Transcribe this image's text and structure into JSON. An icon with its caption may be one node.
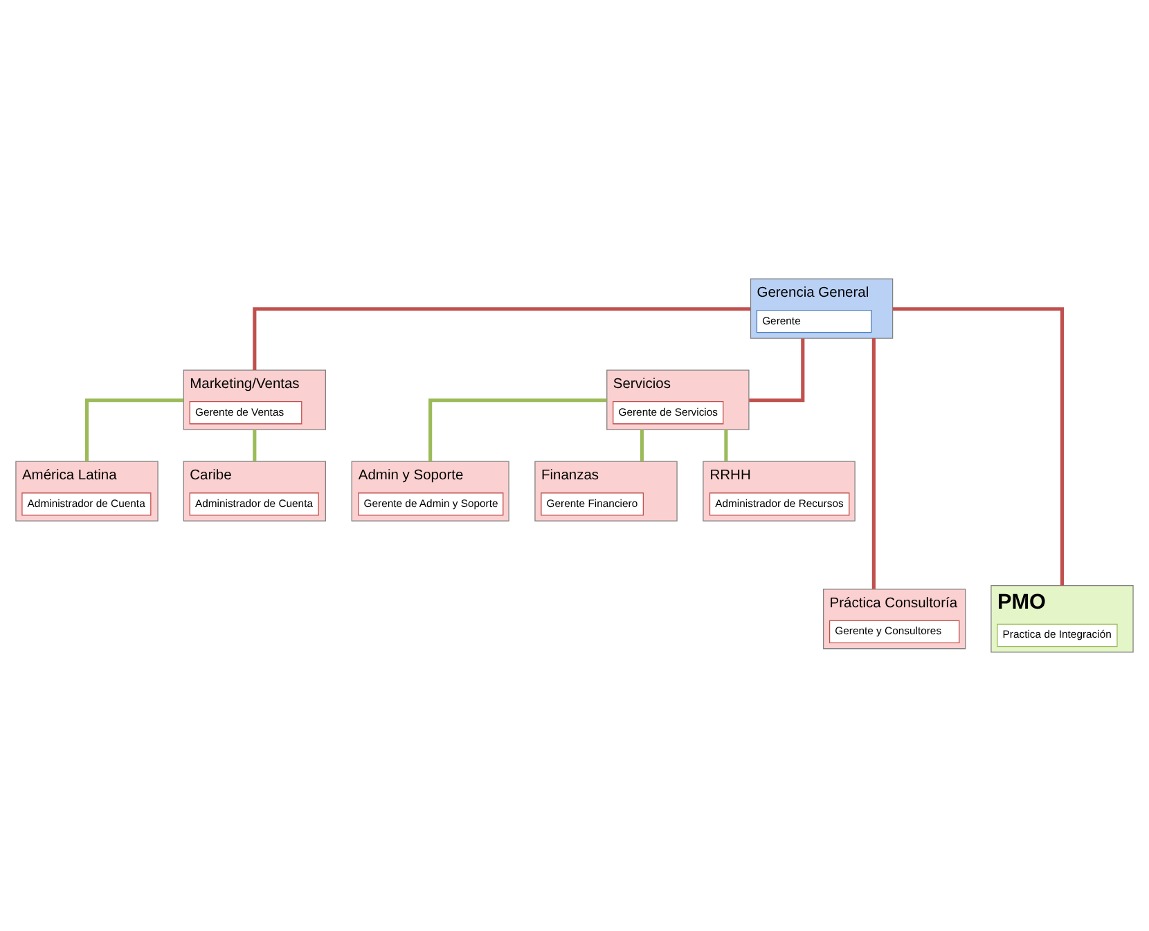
{
  "diagram": {
    "nodes": [
      {
        "text": [
          "Gerencia General",
          "Gerente"
        ]
      },
      {
        "text": [
          "Marketing/Ventas",
          "Gerente de Ventas"
        ]
      },
      {
        "text": [
          "Servicios",
          "Gerente de Servicios"
        ]
      },
      {
        "text": [
          "América Latina",
          "Administrador de Cuenta"
        ]
      },
      {
        "text": [
          "Caribe",
          "Administrador de Cuenta"
        ]
      },
      {
        "text": [
          "Admin y Soporte",
          "Gerente de Admin y Soporte"
        ]
      },
      {
        "text": [
          "Finanzas",
          "Gerente Financiero"
        ]
      },
      {
        "text": [
          "RRHH",
          "Administrador de Recursos"
        ]
      },
      {
        "text": [
          "Práctica Consultoría",
          "Gerente y Consultores"
        ]
      },
      {
        "text": [
          "PMO",
          "Practica de Integración"
        ]
      }
    ],
    "edges": [
      {
        "from": 0,
        "to": 1,
        "arrow": "none",
        "color": "#c0504d"
      },
      {
        "from": 0,
        "to": 2,
        "arrow": "none",
        "color": "#c0504d"
      },
      {
        "from": 1,
        "to": 3,
        "arrow": "none"
      },
      {
        "from": 1,
        "to": 4,
        "arrow": "none"
      },
      {
        "from": 2,
        "to": 5,
        "arrow": "none"
      },
      {
        "from": 2,
        "to": 6,
        "arrow": "none"
      },
      {
        "from": 2,
        "to": 7,
        "arrow": "none"
      },
      {
        "from": 0,
        "to": 8,
        "arrow": "none",
        "color": "#c0504d"
      },
      {
        "from": 0,
        "to": 9,
        "arrow": "none",
        "color": "#c0504d"
      }
    ]
  }
}
